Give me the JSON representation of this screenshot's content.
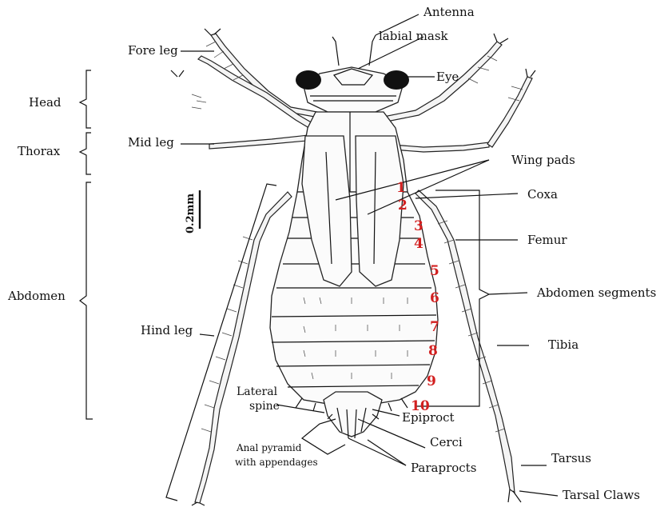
{
  "labels": {
    "antenna": "Antenna",
    "labial_mask": "labial mask",
    "fore_leg": "Fore leg",
    "eye": "Eye",
    "head": "Head",
    "thorax": "Thorax",
    "mid_leg": "Mid leg",
    "wing_pads": "Wing pads",
    "scale": "0.2mm",
    "coxa": "Coxa",
    "femur": "Femur",
    "abdomen": "Abdomen",
    "abdomen_segments": "Abdomen segments",
    "hind_leg": "Hind leg",
    "tibia": "Tibia",
    "lateral_spine_1": "Lateral",
    "lateral_spine_2": "spine",
    "epiproct": "Epiproct",
    "cerci": "Cerci",
    "anal_pyramid_1": "Anal pyramid",
    "anal_pyramid_2": "with appendages",
    "paraprocts": "Paraprocts",
    "tarsus": "Tarsus",
    "tarsal_claws": "Tarsal Claws"
  },
  "segments": [
    "1",
    "2",
    "3",
    "4",
    "5",
    "6",
    "7",
    "8",
    "9",
    "10"
  ],
  "colors": {
    "segment_numbers": "#d21f1f",
    "eye": "#111111",
    "line": "#111111"
  }
}
